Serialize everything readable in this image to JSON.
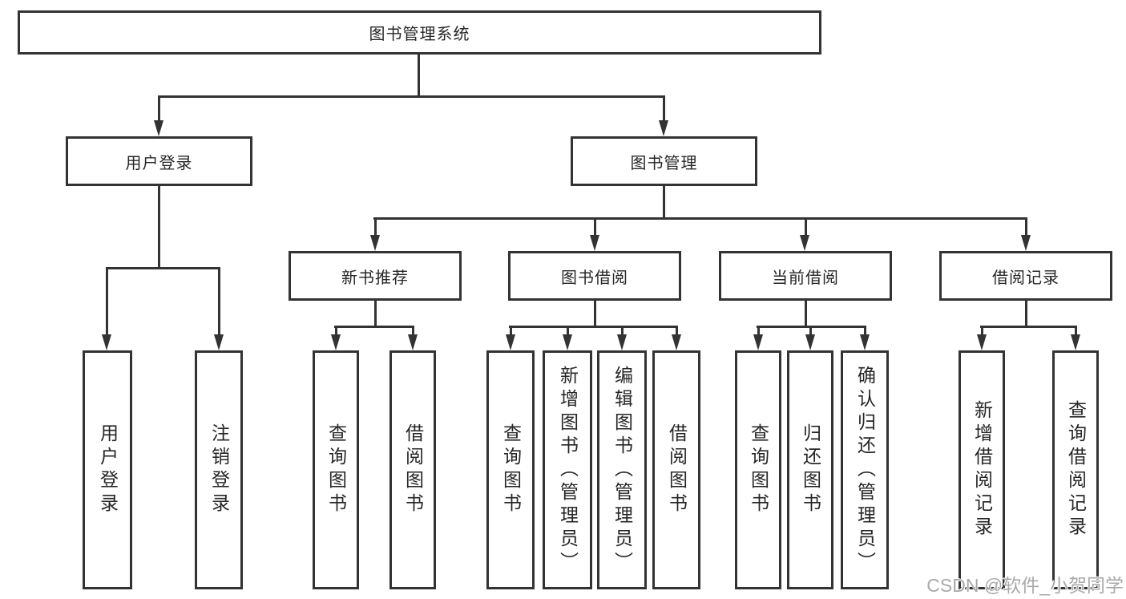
{
  "tree": {
    "root": {
      "label": "图书管理系统"
    },
    "branches": [
      {
        "label": "用户登录",
        "children": [
          {
            "label": "用户登录"
          },
          {
            "label": "注销登录"
          }
        ]
      },
      {
        "label": "图书管理",
        "children": [
          {
            "label": "新书推荐",
            "children": [
              {
                "label": "查询图书"
              },
              {
                "label": "借阅图书"
              }
            ]
          },
          {
            "label": "图书借阅",
            "children": [
              {
                "label": "查询图书"
              },
              {
                "label": "新增图书（管理员）"
              },
              {
                "label": "编辑图书（管理员）"
              },
              {
                "label": "借阅图书"
              }
            ]
          },
          {
            "label": "当前借阅",
            "children": [
              {
                "label": "查询图书"
              },
              {
                "label": "归还图书"
              },
              {
                "label": "确认归还（管理员）"
              }
            ]
          },
          {
            "label": "借阅记录",
            "children": [
              {
                "label": "新增借阅记录"
              },
              {
                "label": "查询借阅记录"
              }
            ]
          }
        ]
      }
    ]
  },
  "watermark": "CSDN @软件_小贺同学",
  "colors": {
    "line": "#333333",
    "text": "#262626",
    "background": "#ffffff",
    "watermark": "#a9a9a9"
  }
}
